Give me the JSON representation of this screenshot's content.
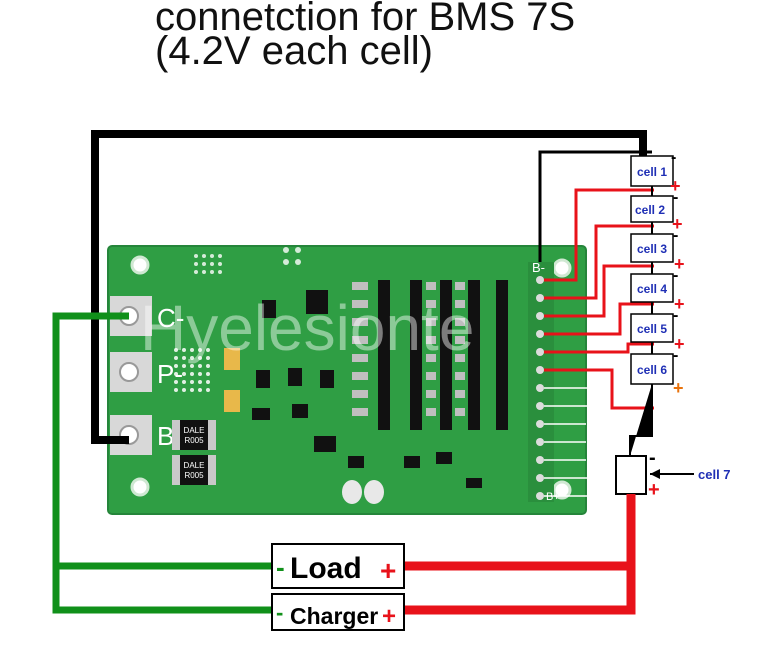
{
  "title": {
    "line1": "connetction for BMS 7S",
    "line2": "(4.2V each cell)"
  },
  "watermark": "Hyelesionte",
  "board": {
    "pad_c_minus": "C-",
    "pad_p_minus": "P-",
    "pad_b_minus": "B-",
    "header_b_minus": "B-",
    "header_b_plus": "B+",
    "resistor_1": [
      "DALE",
      "R005"
    ],
    "resistor_2": [
      "DALE",
      "R005"
    ]
  },
  "cells": [
    {
      "label": "cell 1"
    },
    {
      "label": "cell 2"
    },
    {
      "label": "cell 3"
    },
    {
      "label": "cell 4"
    },
    {
      "label": "cell 5"
    },
    {
      "label": "cell 6"
    },
    {
      "label": "cell 7"
    }
  ],
  "polarity": {
    "minus": "-",
    "plus": "+"
  },
  "load": {
    "minus": "-",
    "label": "Load",
    "plus": "+"
  },
  "charger": {
    "minus": "-",
    "label": "Charger",
    "plus": "+"
  },
  "colors": {
    "board_green": "#2f9e44",
    "wire_black": "#000000",
    "wire_red": "#e8121a",
    "wire_green": "#10901a",
    "cell_label": "#1f2fb5",
    "plus_orange": "#e9730c"
  }
}
